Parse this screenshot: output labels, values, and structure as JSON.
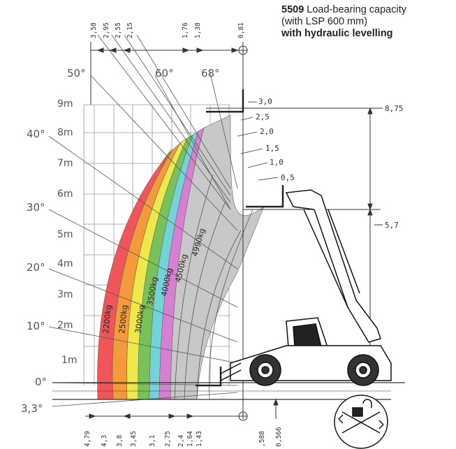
{
  "title": {
    "model": "5509",
    "line1": "Load-bearing capacity",
    "line2": "(with LSP 600 mm)",
    "line3": "with hydraulic levelling"
  },
  "colors": {
    "zone_2200": "#f0555a",
    "zone_2500": "#f49a3a",
    "zone_3000": "#eee84a",
    "zone_3500": "#79c259",
    "zone_4000": "#74d3d8",
    "zone_4500": "#d77fd2",
    "zone_4990": "#c8c8c8"
  },
  "height_labels": [
    "9m",
    "8m",
    "7m",
    "6m",
    "5m",
    "4m",
    "3m",
    "2m",
    "1m"
  ],
  "angle_labels": [
    "50°",
    "60°",
    "68°",
    "40°",
    "30°",
    "20°",
    "10°",
    "0°",
    "3,3°"
  ],
  "top_dims": [
    "3,58",
    "2,95",
    "2,55",
    "2,15",
    "1,76",
    "1,38",
    "0,81"
  ],
  "bottom_dims": [
    "4,79",
    "4,3",
    "3,8",
    "3,45",
    "3,1",
    "2,75",
    "2,4",
    "1,64",
    "1,43"
  ],
  "bottom_right_dims": [
    ",588",
    "0,566"
  ],
  "extension_labels": [
    "3,0",
    "2,5",
    "2,0",
    "1,5",
    "1,0",
    "0,5"
  ],
  "height_markers": [
    "8,75",
    "5,7"
  ],
  "load_labels": [
    "2200kg",
    "2500kg",
    "3000kg",
    "3500kg",
    "4000kg",
    "4500kg",
    "4990kg"
  ],
  "icons": {
    "levelling": "hydraulic-levelling-icon",
    "vehicle": "telehandler-illustration"
  }
}
